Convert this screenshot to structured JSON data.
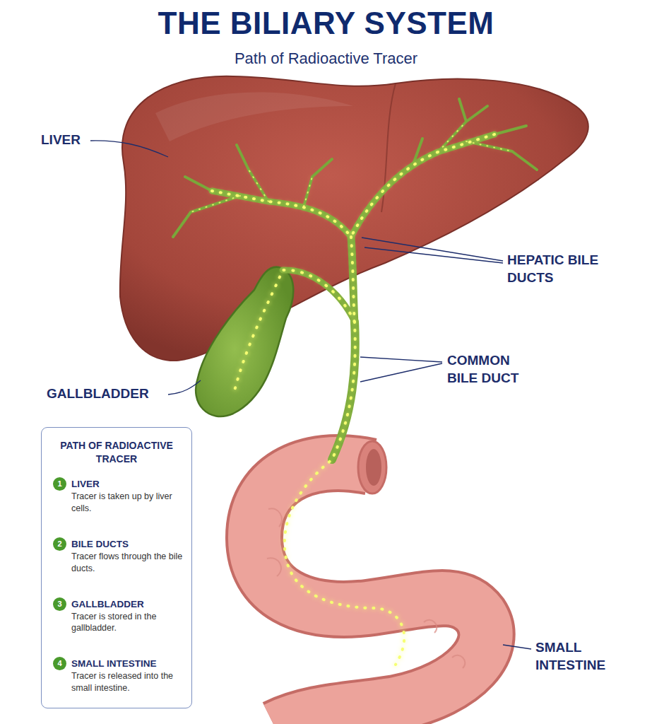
{
  "diagram": {
    "title": "THE BILIARY SYSTEM",
    "nodes": [
      {
        "text": [
          "PATH OF RADIOACTIVE TRACER"
        ]
      },
      {
        "text": [
          "1",
          "LIVER",
          "Tracer is taken up by liver cells."
        ],
        "in": 0
      },
      {
        "text": [
          "2",
          "BILE DUCTS",
          "Tracer flows through the bile ducts."
        ],
        "in": 0
      },
      {
        "text": [
          "3",
          "GALLBLADDER",
          "Tracer is stored in the gallbladder."
        ],
        "in": 0
      },
      {
        "text": [
          "4",
          "SMALL INTESTINE",
          "Tracer is released into the small intestine."
        ],
        "in": 0
      }
    ],
    "edges": [
      {
        "from": 1,
        "to": 2,
        "arrow": "to"
      },
      {
        "from": 2,
        "to": 3,
        "arrow": "to"
      },
      {
        "from": 3,
        "to": 4,
        "arrow": "to"
      }
    ],
    "labels": [
      "Path of Radioactive Tracer",
      "LIVER",
      "HEPATIC BILE DUCTS",
      "COMMON BILE DUCT",
      "GALLBLADDER",
      "SMALL INTESTINE"
    ]
  }
}
